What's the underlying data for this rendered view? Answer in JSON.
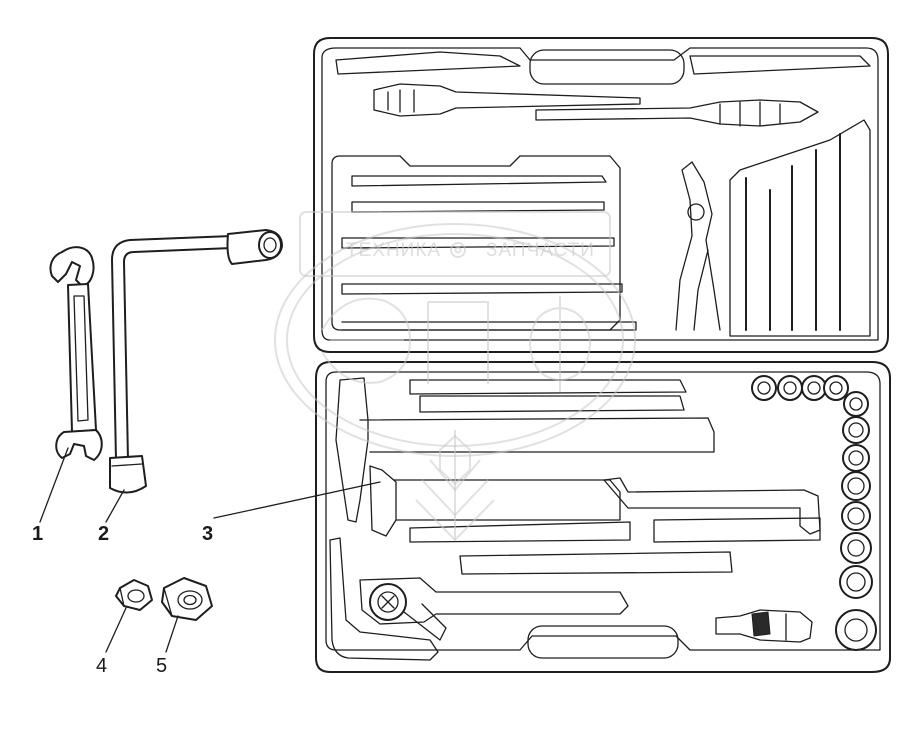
{
  "callouts": [
    {
      "id": "1",
      "label": "1"
    },
    {
      "id": "2",
      "label": "2"
    },
    {
      "id": "3",
      "label": "3"
    },
    {
      "id": "4",
      "label": "4"
    },
    {
      "id": "5",
      "label": "5"
    }
  ],
  "watermark": {
    "left_text": "ТЕХНИКА",
    "right_text": "ЗАПЧАСТИ",
    "logo_text": "ЭПФ",
    "gear_icon": "gear-icon"
  }
}
